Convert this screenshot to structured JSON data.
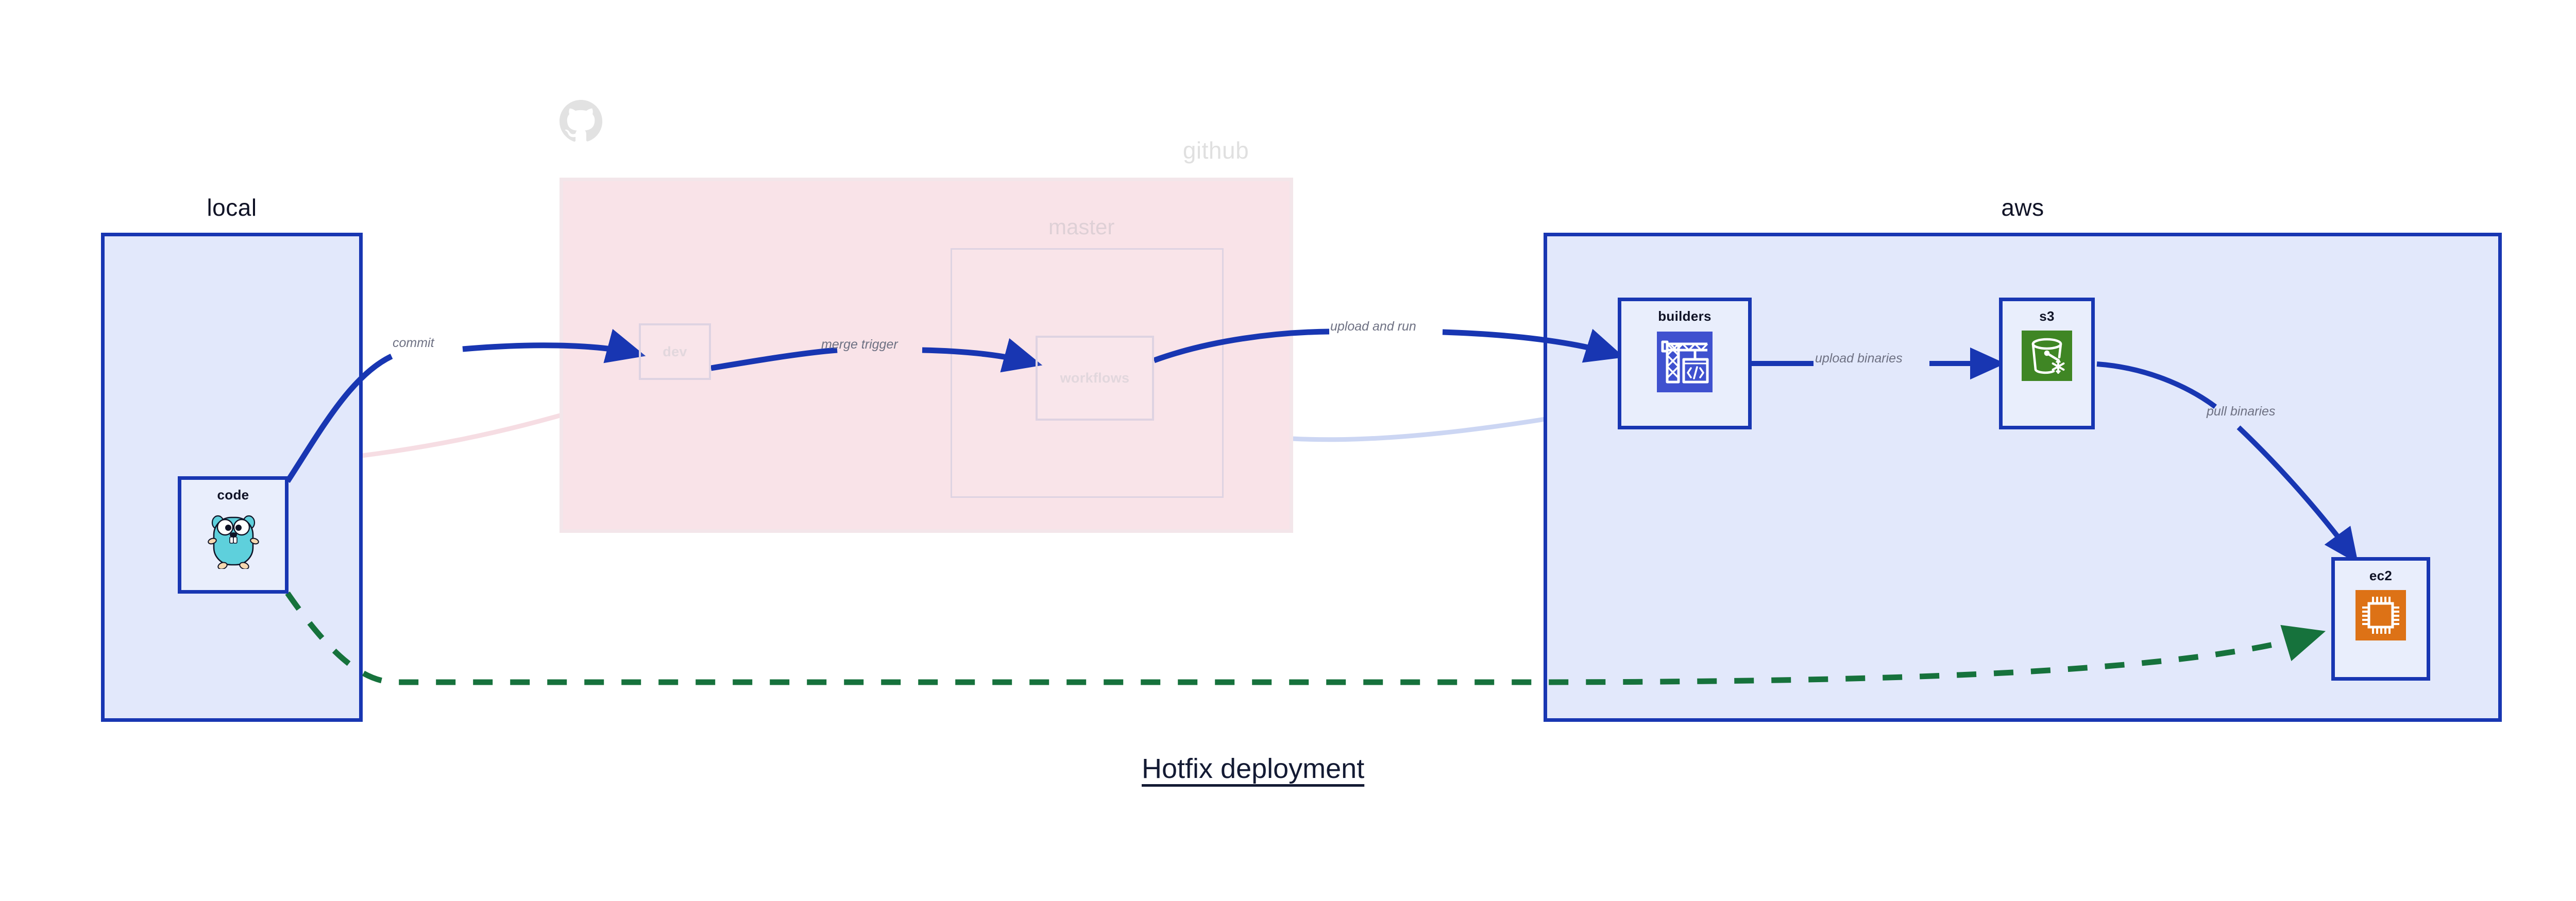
{
  "figure": {
    "title": "Hotfix deployment",
    "background": "#ffffff"
  },
  "colors": {
    "cluster_blue_fill": "#e2e8fb",
    "cluster_blue_border": "#1836b2",
    "cluster_pink_fill": "#f9e3e8",
    "node_fill": "#e9eefc",
    "edge_blue": "#1836b2",
    "edge_green": "#16723c",
    "edge_faded_blue": "#ccd6f3",
    "edge_faded_pink": "#f6dde3",
    "label_grey": "#6e7183",
    "faded_text": "#e0dbe0",
    "builders_icon_bg": "#3f51cf",
    "s3_icon_bg": "#3f8624",
    "ec2_icon_bg": "#dd7216",
    "gopher_body": "#5ed0dc"
  },
  "clusters": [
    {
      "id": "local",
      "label": "local",
      "state": "active"
    },
    {
      "id": "github",
      "label": "github",
      "state": "faded"
    },
    {
      "id": "aws",
      "label": "aws",
      "state": "active"
    }
  ],
  "subclusters": [
    {
      "id": "master",
      "label": "master",
      "parent": "github",
      "state": "faded"
    }
  ],
  "nodes": [
    {
      "id": "code",
      "label": "code",
      "icon": "go-gopher-icon",
      "cluster": "local",
      "state": "active"
    },
    {
      "id": "dev",
      "label": "dev",
      "icon": "none",
      "cluster": "github",
      "state": "faded"
    },
    {
      "id": "workflows",
      "label": "workflows",
      "icon": "none",
      "cluster": "master",
      "state": "faded"
    },
    {
      "id": "builders",
      "label": "builders",
      "icon": "crane-code-icon",
      "cluster": "aws",
      "state": "active"
    },
    {
      "id": "s3",
      "label": "s3",
      "icon": "s3-bucket-icon",
      "cluster": "aws",
      "state": "active"
    },
    {
      "id": "ec2",
      "label": "ec2",
      "icon": "cpu-chip-icon",
      "cluster": "aws",
      "state": "active"
    }
  ],
  "edges": [
    {
      "id": "e1",
      "from": "code",
      "to": "dev",
      "label": "commit",
      "style": "solid",
      "state": "active"
    },
    {
      "id": "e2",
      "from": "dev",
      "to": "workflows",
      "label": "merge trigger",
      "style": "solid",
      "state": "active"
    },
    {
      "id": "e3",
      "from": "workflows",
      "to": "builders",
      "label": "upload and run",
      "style": "solid",
      "state": "active"
    },
    {
      "id": "e4",
      "from": "builders",
      "to": "s3",
      "label": "upload binaries",
      "style": "solid",
      "state": "active"
    },
    {
      "id": "e5",
      "from": "s3",
      "to": "ec2",
      "label": "pull binaries",
      "style": "solid",
      "state": "active"
    },
    {
      "id": "e6",
      "from": "code",
      "to": "ec2",
      "label": "",
      "style": "dashed",
      "state": "active"
    },
    {
      "id": "e7",
      "from": "code",
      "to": "dev",
      "label": "",
      "style": "solid",
      "state": "faded"
    },
    {
      "id": "e8",
      "from": "dev",
      "to": "workflows",
      "label": "",
      "style": "solid",
      "state": "faded"
    },
    {
      "id": "e9",
      "from": "workflows",
      "to": "builders",
      "label": "",
      "style": "solid",
      "state": "faded"
    }
  ]
}
